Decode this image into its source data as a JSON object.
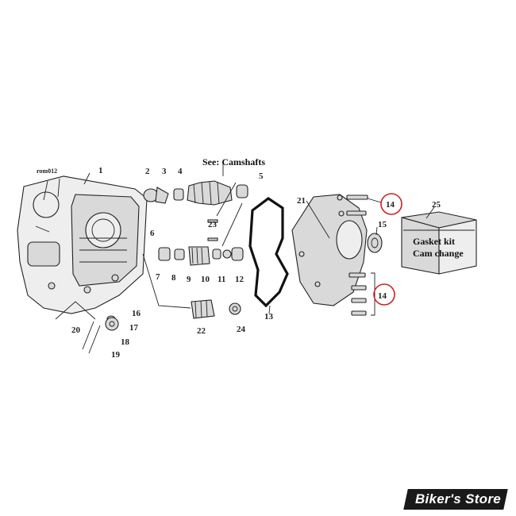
{
  "diagram": {
    "reference": "rom012",
    "header": "See: Camshafts",
    "callouts": [
      "1",
      "2",
      "3",
      "4",
      "5",
      "6",
      "7",
      "8",
      "9",
      "10",
      "11",
      "12",
      "13",
      "14",
      "15",
      "16",
      "17",
      "18",
      "19",
      "20",
      "21",
      "22",
      "23",
      "24",
      "25"
    ],
    "repeat_callout": "14",
    "kit_label": [
      "Gasket kit",
      "Cam change"
    ],
    "highlight_color": "#d32020"
  },
  "brand": {
    "name": "Biker's Store"
  }
}
